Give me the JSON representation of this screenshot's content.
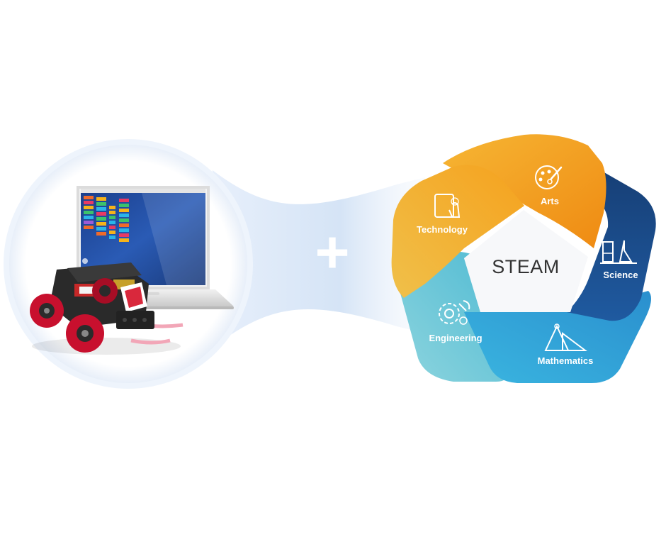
{
  "plus_symbol": "+",
  "center_label": "STEAM",
  "segments": [
    {
      "label": "Arts",
      "icon": "palette-icon",
      "color": "#f3a31c"
    },
    {
      "label": "Science",
      "icon": "lab-flask-icon",
      "color": "#1e4f8c"
    },
    {
      "label": "Mathematics",
      "icon": "geometry-ruler-icon",
      "color": "#2f9fd6"
    },
    {
      "label": "Engineering",
      "icon": "gears-wrench-icon",
      "color": "#63c5d3"
    },
    {
      "label": "Technology",
      "icon": "tablet-touch-icon",
      "color": "#f4b73c"
    }
  ],
  "left_illustration": {
    "items": [
      "laptop-with-block-coding-app",
      "robot-car-kit"
    ]
  }
}
